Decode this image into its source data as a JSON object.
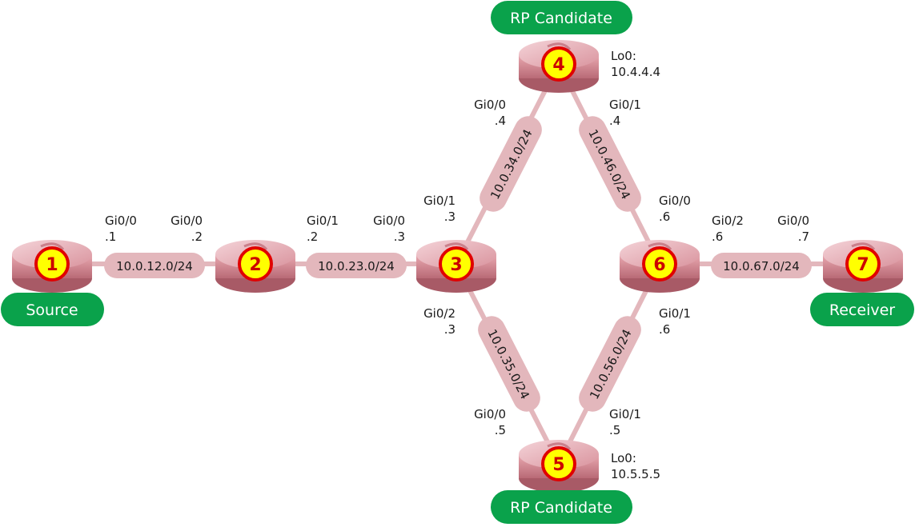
{
  "routers": [
    {
      "id": "r1",
      "number": "1"
    },
    {
      "id": "r2",
      "number": "2"
    },
    {
      "id": "r3",
      "number": "3"
    },
    {
      "id": "r4",
      "number": "4"
    },
    {
      "id": "r5",
      "number": "5"
    },
    {
      "id": "r6",
      "number": "6"
    },
    {
      "id": "r7",
      "number": "7"
    }
  ],
  "badges": {
    "source": "Source",
    "receiver": "Receiver",
    "rp_top": "RP Candidate",
    "rp_bottom": "RP Candidate"
  },
  "links": {
    "l12": "10.0.12.0/24",
    "l23": "10.0.23.0/24",
    "l34": "10.0.34.0/24",
    "l46": "10.0.46.0/24",
    "l35": "10.0.35.0/24",
    "l56": "10.0.56.0/24",
    "l67": "10.0.67.0/24"
  },
  "interfaces": {
    "r1_gi00": {
      "name": "Gi0/0",
      "addr": ".1"
    },
    "r2_gi00": {
      "name": "Gi0/0",
      "addr": ".2"
    },
    "r2_gi01": {
      "name": "Gi0/1",
      "addr": ".2"
    },
    "r3_gi00": {
      "name": "Gi0/0",
      "addr": ".3"
    },
    "r3_gi01": {
      "name": "Gi0/1",
      "addr": ".3"
    },
    "r3_gi02": {
      "name": "Gi0/2",
      "addr": ".3"
    },
    "r4_gi00": {
      "name": "Gi0/0",
      "addr": ".4"
    },
    "r4_gi01": {
      "name": "Gi0/1",
      "addr": ".4"
    },
    "r4_lo0": {
      "name": "Lo0:",
      "addr": "10.4.4.4"
    },
    "r5_gi00": {
      "name": "Gi0/0",
      "addr": ".5"
    },
    "r5_gi01": {
      "name": "Gi0/1",
      "addr": ".5"
    },
    "r5_lo0": {
      "name": "Lo0:",
      "addr": "10.5.5.5"
    },
    "r6_gi00": {
      "name": "Gi0/0",
      "addr": ".6"
    },
    "r6_gi01": {
      "name": "Gi0/1",
      "addr": ".6"
    },
    "r6_gi02": {
      "name": "Gi0/2",
      "addr": ".6"
    },
    "r7_gi00": {
      "name": "Gi0/0",
      "addr": ".7"
    }
  },
  "colors": {
    "link_fill": "#e3b7bc",
    "router_body": "#d98d97",
    "router_top": "#ecbcc3",
    "badge": "#0aa24b",
    "router_num_circle": "#ffff00",
    "router_num_ring": "#e00000"
  }
}
